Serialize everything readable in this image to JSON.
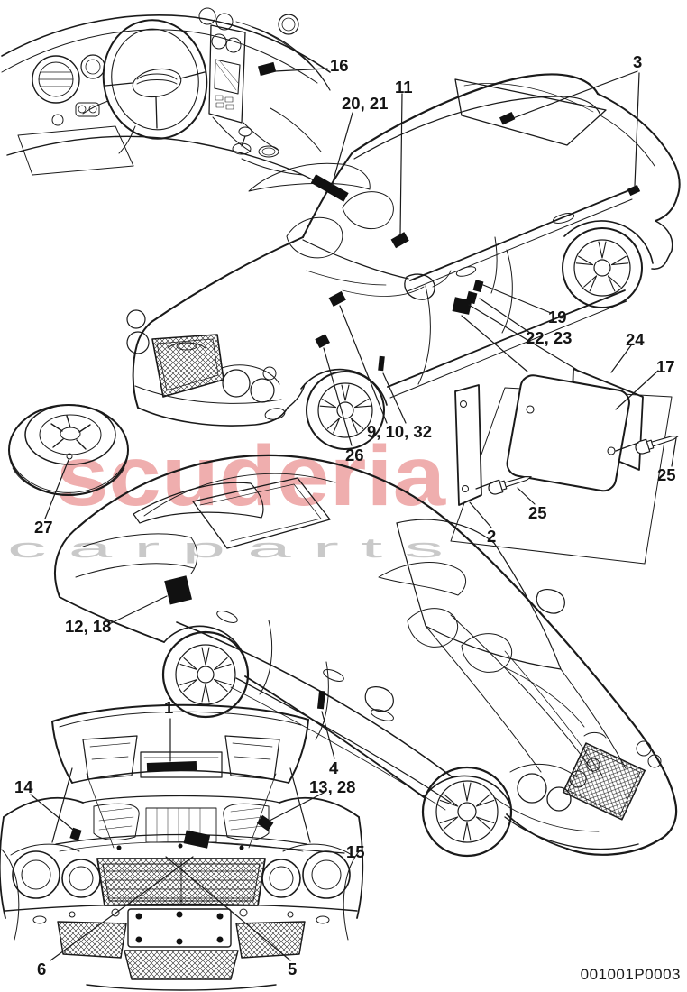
{
  "colors": {
    "line": "#1a1a1a",
    "mark_black": "#111111",
    "watermark_red": "#efaeae",
    "watermark_gray": "#c9c9c9",
    "flag_gray": "#d9dade"
  },
  "watermark": {
    "brand": "scuderia",
    "sub": "c a r p a r t s"
  },
  "footer": {
    "code": "001001P0003"
  },
  "callouts": {
    "c1": {
      "text": "1"
    },
    "c2": {
      "text": "2"
    },
    "c3": {
      "text": "3"
    },
    "c4": {
      "text": "4"
    },
    "c5": {
      "text": "5"
    },
    "c6": {
      "text": "6"
    },
    "c9_10_32": {
      "text": "9, 10, 32"
    },
    "c11": {
      "text": "11"
    },
    "c12_18": {
      "text": "12, 18"
    },
    "c13_28": {
      "text": "13, 28"
    },
    "c14": {
      "text": "14"
    },
    "c15": {
      "text": "15"
    },
    "c16": {
      "text": "16"
    },
    "c17": {
      "text": "17"
    },
    "c19": {
      "text": "19"
    },
    "c20_21": {
      "text": "20, 21"
    },
    "c22_23": {
      "text": "22, 23"
    },
    "c24": {
      "text": "24"
    },
    "c25_right": {
      "text": "25"
    },
    "c25_left": {
      "text": "25"
    },
    "c26": {
      "text": "26"
    },
    "c27": {
      "text": "27"
    }
  }
}
